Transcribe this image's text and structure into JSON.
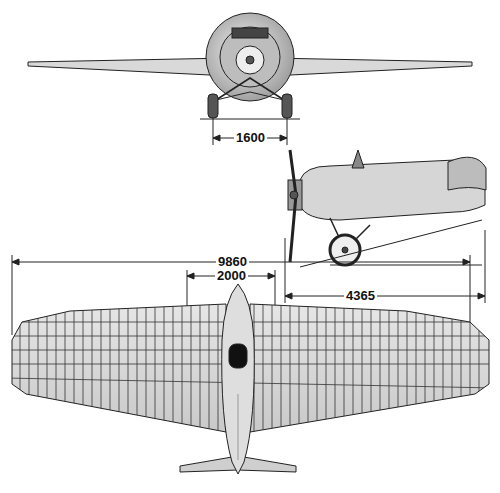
{
  "diagram": {
    "labels": [
      "1600",
      "9860",
      "2000",
      "4365"
    ]
  }
}
